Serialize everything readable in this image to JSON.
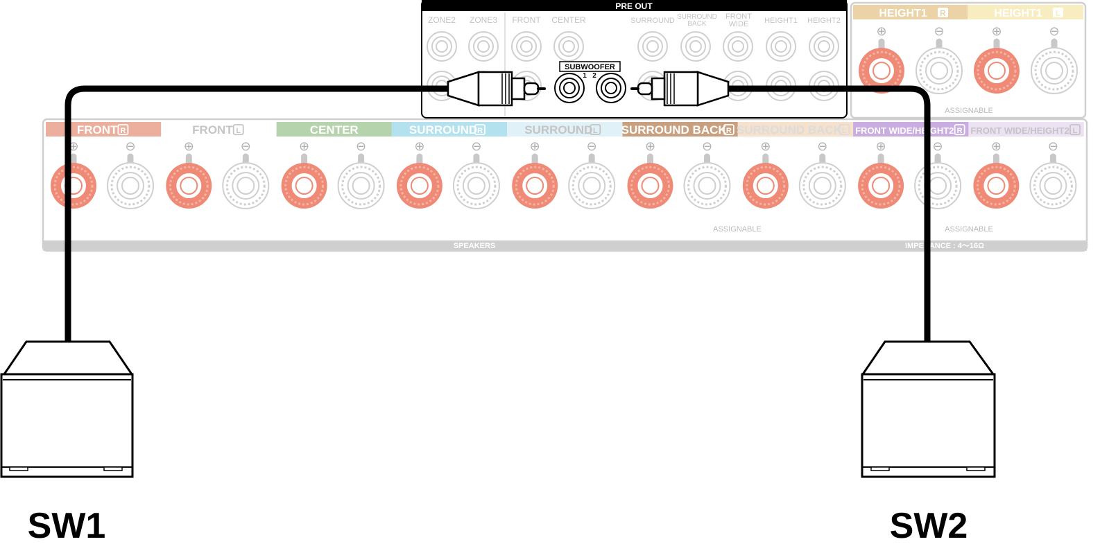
{
  "preout": {
    "title": "PRE OUT",
    "labels": {
      "zone2": "ZONE2",
      "zone3": "ZONE3",
      "front": "FRONT",
      "center": "CENTER",
      "surround": "SURROUND",
      "surround_back_1": "SURROUND",
      "surround_back_2": "BACK",
      "front_wide_1": "FRONT",
      "front_wide_2": "WIDE",
      "height1": "HEIGHT1",
      "height2": "HEIGHT2"
    },
    "subwoofer": {
      "label": "SUBWOOFER",
      "ch1": "1",
      "ch2": "2"
    }
  },
  "height_panel": {
    "r_label": "HEIGHT1",
    "l_label": "HEIGHT1",
    "assignable": "ASSIGNABLE"
  },
  "speakers": {
    "channels": [
      {
        "name": "FRONT",
        "side": "R",
        "color": "#ecaf9d",
        "text": "#ffffff"
      },
      {
        "name": "FRONT",
        "side": "L",
        "color": "#ffffff",
        "text": "#c4c4c4"
      },
      {
        "name": "CENTER",
        "side": "",
        "color": "#b5d3ad",
        "text": "#ffffff"
      },
      {
        "name": "SURROUND",
        "side": "R",
        "color": "#b3e2ee",
        "text": "#ffffff"
      },
      {
        "name": "SURROUND",
        "side": "L",
        "color": "#e0f2f7",
        "text": "#c4c4c4"
      },
      {
        "name": "SURROUND BACK",
        "side": "R",
        "color": "#c9a07f",
        "text": "#ffffff"
      },
      {
        "name": "SURROUND BACK",
        "side": "L",
        "color": "#f6e1cc",
        "text": "#dcdcdc"
      },
      {
        "name": "FRONT WIDE/HEIGHT2",
        "side": "R",
        "color": "#c9ace0",
        "text": "#ffffff"
      },
      {
        "name": "FRONT WIDE/HEIGHT2",
        "side": "L",
        "color": "#ece2f4",
        "text": "#c4c4c4"
      }
    ],
    "plus": "⊕",
    "minus": "⊖",
    "assignable": "ASSIGNABLE",
    "assignable_2": "ASSIGNABLE",
    "footer": "SPEAKERS",
    "impedance": "IMPEDANCE : 4～16Ω"
  },
  "subwoofers": [
    {
      "label": "SW1"
    },
    {
      "label": "SW2"
    }
  ],
  "colors": {
    "terminal_red": "#ef8a76",
    "panel_grey": "#cfcfcf",
    "cable": "#000000"
  }
}
